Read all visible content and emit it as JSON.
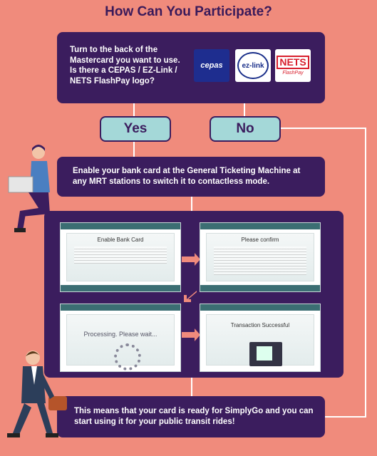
{
  "title": "How Can You Participate?",
  "step1": {
    "text": "Turn to the back of the Mastercard you want to use. Is there a CEPAS / EZ-Link / NETS FlashPay logo?",
    "logos": {
      "cepas": "cepas",
      "ezlink": "ez-link",
      "nets": "NETS",
      "flashpay": "FlashPay"
    }
  },
  "answers": {
    "yes": "Yes",
    "no": "No"
  },
  "step2": {
    "text": "Enable your bank card at the General Ticketing Machine at any MRT stations to switch it to contactless mode."
  },
  "screens": {
    "s1_title": "Enable Bank Card",
    "s2_title": "Please confirm",
    "s3_text": "Processing. Please wait...",
    "s4_title": "Transaction Successful"
  },
  "step3": {
    "text": "This means that your card is ready for SimplyGo and you can start using it for your public transit rides!"
  },
  "colors": {
    "background": "#f08b7c",
    "box": "#3b1d5e",
    "pill": "#a4d8d8",
    "title": "#3a1a5a"
  }
}
